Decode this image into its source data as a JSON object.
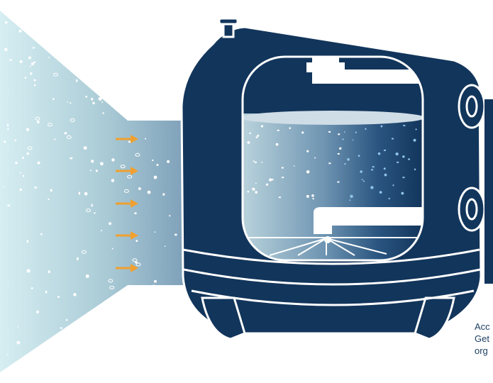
{
  "figure": {
    "caption_lines": [
      "Acc",
      "Get",
      "org"
    ],
    "colors": {
      "navy": "#12355b",
      "ice": "#d6eef2",
      "steel": "#5f87a8",
      "arrow": "#f0a030",
      "outline": "#ffffff",
      "water_surface": "#cfdde6"
    },
    "icons": [
      "arrow-right-icon",
      "tank-lid-knob",
      "nozzle-icon",
      "particle"
    ]
  }
}
